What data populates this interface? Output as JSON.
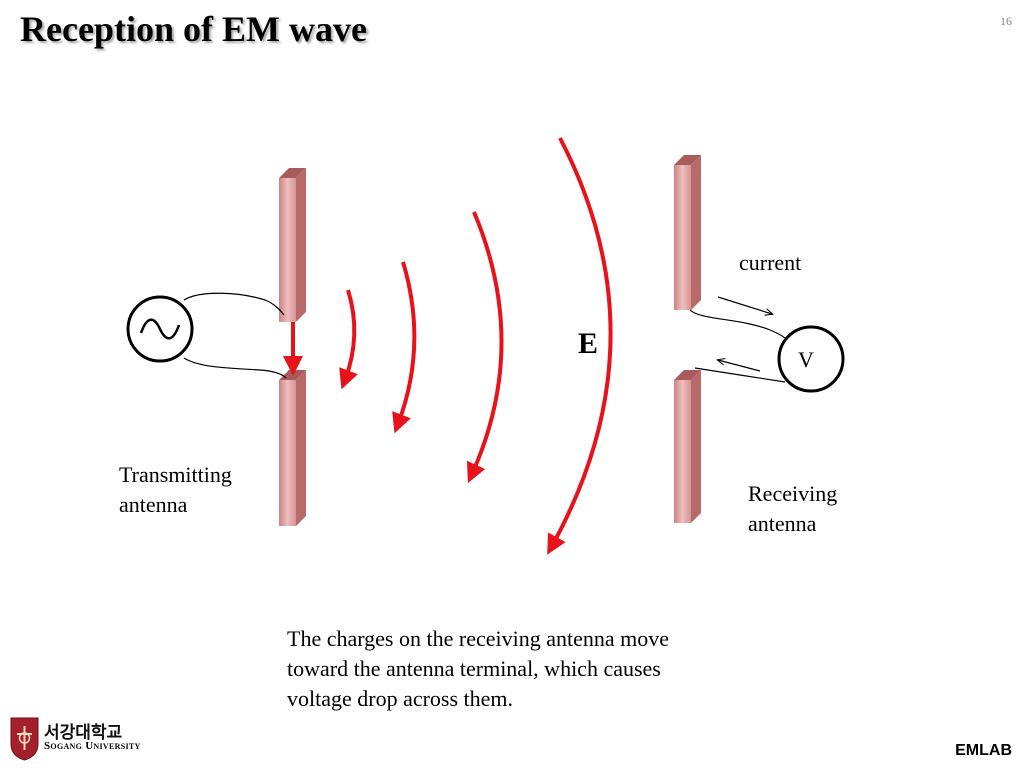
{
  "slide": {
    "title": "Reception of EM wave",
    "page_number": "16"
  },
  "diagram": {
    "source_symbol": "~",
    "field_label": "E",
    "current_label": "current",
    "meter_label": "V",
    "transmitting_label": [
      "Transmitting",
      "antenna"
    ],
    "receiving_label": [
      "Receiving",
      "antenna"
    ],
    "colors": {
      "wave": "#e8121a",
      "antenna_front": "#e2a3a3",
      "antenna_side": "#b86a6a",
      "wire": "#000000"
    }
  },
  "caption": {
    "lines": [
      "The charges on the receiving antenna move",
      "toward the antenna terminal, which causes",
      "voltage drop across them."
    ]
  },
  "footer": {
    "university_korean": "서강대학교",
    "university_english": "Sogang University",
    "lab": "EMLAB"
  }
}
